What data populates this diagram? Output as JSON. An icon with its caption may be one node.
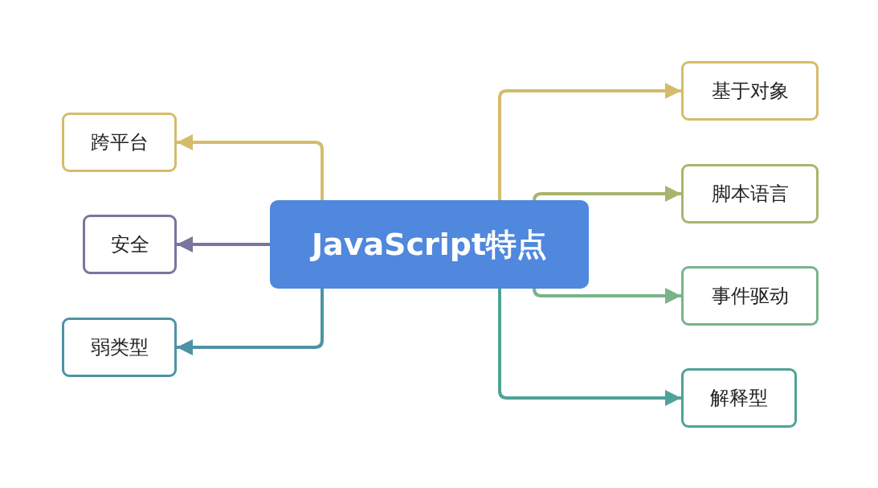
{
  "diagram": {
    "nodes": [
      {
        "text": [
          "JavaScript特点"
        ]
      },
      {
        "text": [
          "跨平台"
        ]
      },
      {
        "text": [
          "安全"
        ]
      },
      {
        "text": [
          "弱类型"
        ]
      },
      {
        "text": [
          "基于对象"
        ]
      },
      {
        "text": [
          "脚本语言"
        ]
      },
      {
        "text": [
          "事件驱动"
        ]
      },
      {
        "text": [
          "解释型"
        ]
      }
    ],
    "edges": [
      {
        "from": 0,
        "to": 1,
        "arrow": "to",
        "color": "#d4bc6c"
      },
      {
        "from": 0,
        "to": 2,
        "arrow": "to",
        "color": "#78759e"
      },
      {
        "from": 0,
        "to": 3,
        "arrow": "to",
        "color": "#4e93a3"
      },
      {
        "from": 0,
        "to": 4,
        "arrow": "to",
        "color": "#d4bc6c"
      },
      {
        "from": 0,
        "to": 5,
        "arrow": "to",
        "color": "#a9b46e"
      },
      {
        "from": 0,
        "to": 6,
        "arrow": "to",
        "color": "#7ab38a"
      },
      {
        "from": 0,
        "to": 7,
        "arrow": "to",
        "color": "#4fa396"
      }
    ]
  }
}
